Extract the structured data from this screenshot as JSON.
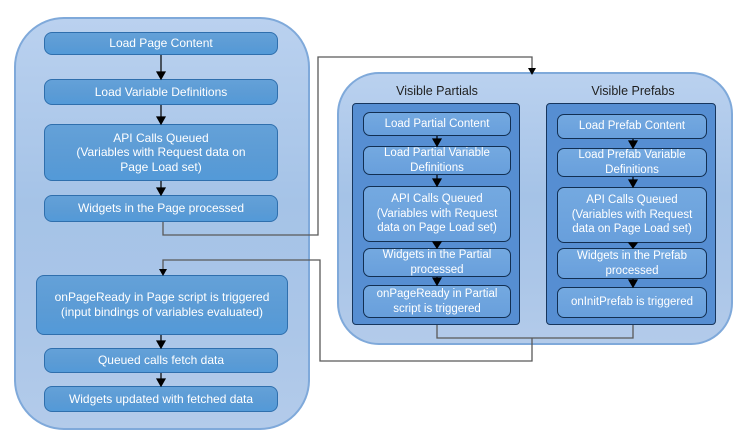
{
  "diagram": {
    "description": "Page load lifecycle flow diagram",
    "colors": {
      "container_fill": "#aac7ea",
      "container_border": "#7fa9da",
      "step_box_fill": "#5b9bd5",
      "step_box_border": "#2f6fad",
      "panel_fill": "#568ed2",
      "panel_box_fill": "#6ba3de",
      "panel_border": "#17365d",
      "connector_line": "#595959",
      "arrow": "#000000",
      "text_on_blue": "#ffffff",
      "title_text": "#1f1f1f"
    },
    "left_flow": {
      "steps": [
        "Load Page Content",
        "Load Variable Definitions",
        "API Calls Queued\n(Variables with Request data on\nPage Load set)",
        "Widgets in the Page processed",
        "onPageReady in Page script is triggered\n(input bindings of variables evaluated)",
        "Queued calls fetch data",
        "Widgets updated with fetched data"
      ]
    },
    "right_group": {
      "partials": {
        "title": "Visible Partials",
        "steps": [
          "Load Partial Content",
          "Load Partial Variable\nDefinitions",
          "API Calls Queued\n(Variables with Request\ndata on Page Load set)",
          "Widgets in the Partial\nprocessed",
          "onPageReady in Partial\nscript is triggered"
        ]
      },
      "prefabs": {
        "title": "Visible Prefabs",
        "steps": [
          "Load Prefab Content",
          "Load Prefab Variable\nDefinitions",
          "API Calls Queued\n(Variables with Request\ndata on Page Load set)",
          "Widgets in the Prefab\nprocessed",
          "onInitPrefab is triggered"
        ]
      }
    }
  }
}
